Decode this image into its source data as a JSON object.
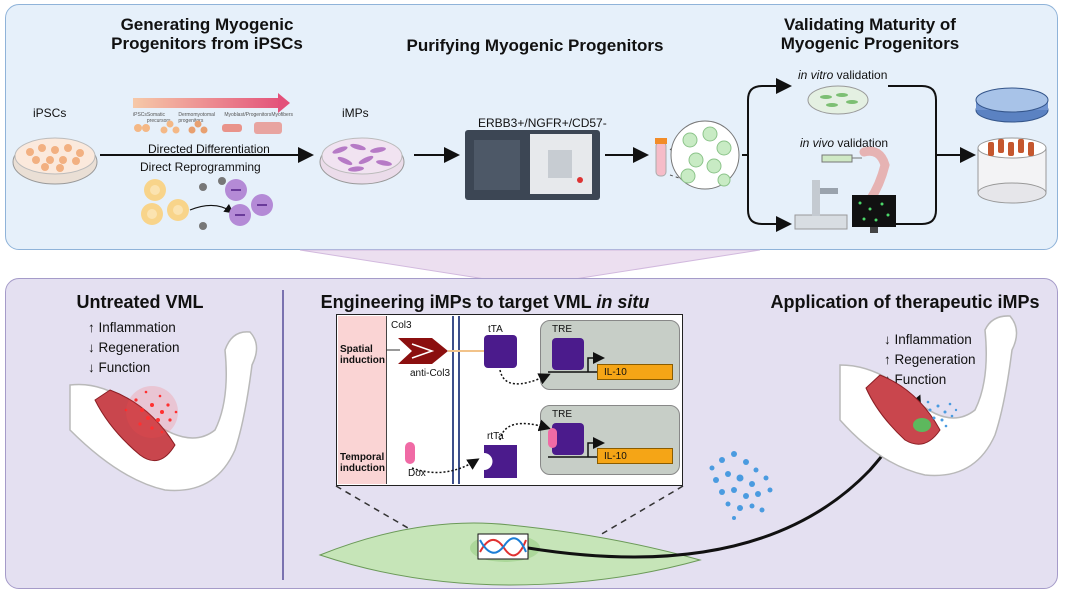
{
  "top": {
    "section1_title_line1": "Generating Myogenic",
    "section1_title_line2": "Progenitors from iPSCs",
    "section2_title": "Purifying Myogenic Progenitors",
    "section3_title_line1": "Validating Maturity of",
    "section3_title_line2": "Myogenic Progenitors",
    "ipscs_label": "iPSCs",
    "imps_label": "iMPs",
    "directed_label": "Directed Differentiation",
    "direct_label": "Direct Reprogramming",
    "sort_marker": "ERBB3+/NGFR+/CD57-",
    "in_vitro_italic": "in vitro",
    "in_vivo_italic": "in vivo",
    "validation_word": " validation",
    "stage_labels": [
      "iPSCs",
      "Somatic precursors",
      "Dermomyotomal progenitors",
      "Myoblast/Progenitors",
      "Myofibers"
    ]
  },
  "left": {
    "title": "Untreated VML",
    "items": [
      "↑ Inflammation",
      "↓ Regeneration",
      "↓ Function"
    ]
  },
  "middle": {
    "title_main": "Engineering iMPs to target VML ",
    "title_italic": "in situ",
    "spatial_label": "Spatial induction",
    "temporal_label": "Temporal induction",
    "col3": "Col3",
    "anti_col3": "anti-Col3",
    "tta": "tTA",
    "rtta": "rtTa",
    "tre": "TRE",
    "il10": "IL-10",
    "dox": "Dox"
  },
  "right": {
    "title": "Application of therapeutic iMPs",
    "items": [
      "↓ Inflammation",
      "↑ Regeneration",
      "↑ Function"
    ]
  },
  "colors": {
    "top_bg": "#e6f0fa",
    "bottom_bg": "#e4e0f1",
    "purple": "#4b1b8c",
    "darkred": "#8b0f0f",
    "orange": "#f5a516",
    "pink": "#f06aa5"
  }
}
